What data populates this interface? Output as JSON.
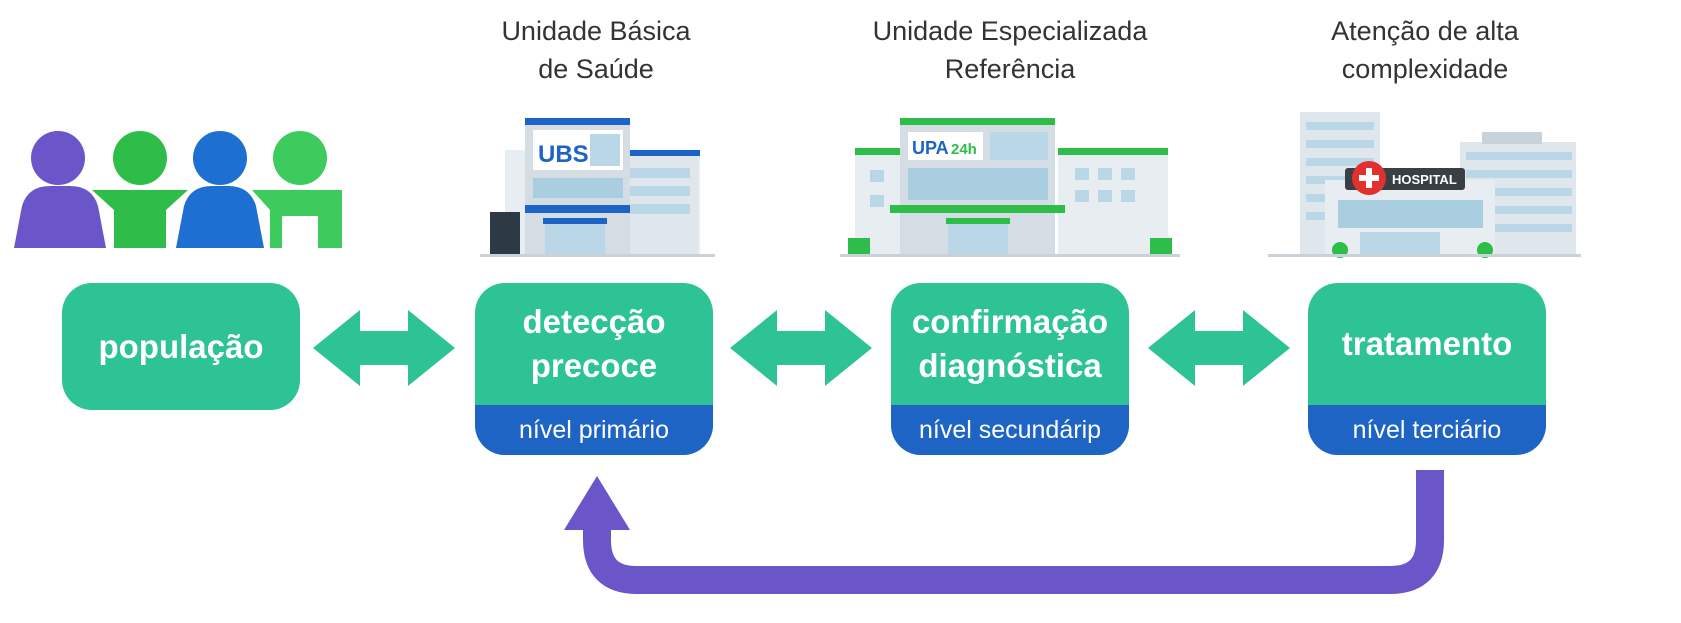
{
  "colors": {
    "box_green": "#2ec394",
    "level_blue": "#1d64c4",
    "arrow_green": "#2ec394",
    "return_purple": "#6a55c9",
    "caption_text": "#333333"
  },
  "people": {
    "icon": "people-group-icon",
    "figure_colors": [
      "#6a55c9",
      "#2ebd48",
      "#1d6fd2",
      "#3ccb5c"
    ]
  },
  "buildings": [
    {
      "icon": "ubs-building-icon",
      "sign": "UBS",
      "caption_lines": [
        "Unidade Básica",
        "de Saúde"
      ]
    },
    {
      "icon": "upa-building-icon",
      "sign": "UPA24h",
      "caption_lines": [
        "Unidade Especializada",
        "Referência"
      ]
    },
    {
      "icon": "hospital-building-icon",
      "sign": "HOSPITAL",
      "caption_lines": [
        "Atenção de alta",
        "complexidade"
      ]
    }
  ],
  "stages": [
    {
      "title_lines": [
        "população"
      ],
      "level": ""
    },
    {
      "title_lines": [
        "detecção",
        "precoce"
      ],
      "level": "nível primário"
    },
    {
      "title_lines": [
        "confirmação",
        "diagnóstica"
      ],
      "level": "nível secundárip"
    },
    {
      "title_lines": [
        "tratamento"
      ],
      "level": "nível terciário"
    }
  ],
  "arrows": {
    "connector": "double-arrow-icon",
    "return": "return-arrow-icon"
  }
}
